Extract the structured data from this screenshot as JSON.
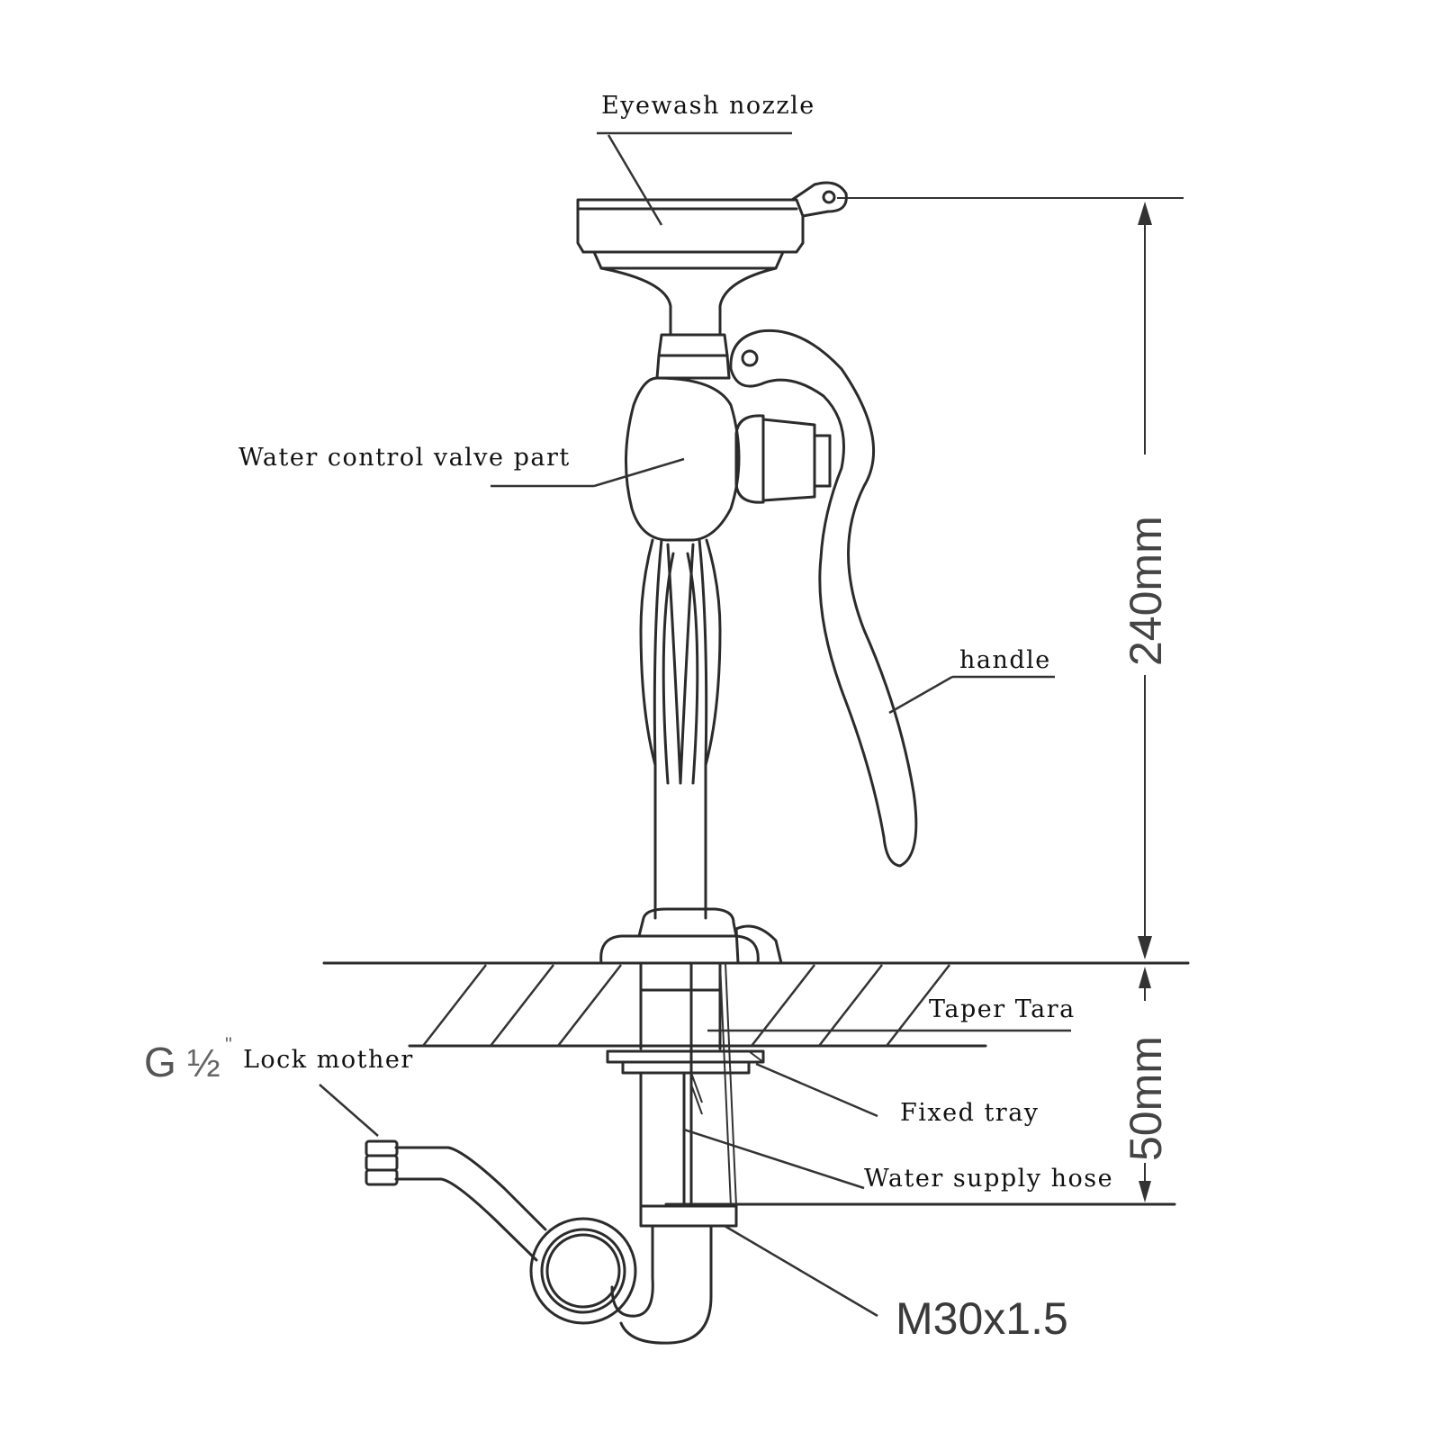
{
  "labels": {
    "eyewash_nozzle": "Eyewash nozzle",
    "water_control_valve": "Water control valve part",
    "handle": "handle",
    "taper_tara": "Taper Tara",
    "lock_mother": "Lock mother",
    "fixed_tray": "Fixed tray",
    "water_supply_hose": "Water supply hose",
    "thread_spec": "M30x1.5",
    "pipe_thread_g": "G",
    "pipe_thread_fraction": "½",
    "pipe_thread_mark": "\""
  },
  "dimensions": {
    "height_above_counter": "240mm",
    "below_counter": "50mm"
  },
  "colors": {
    "line": "#2b2b2b",
    "text": "#111111",
    "background": "#ffffff"
  }
}
